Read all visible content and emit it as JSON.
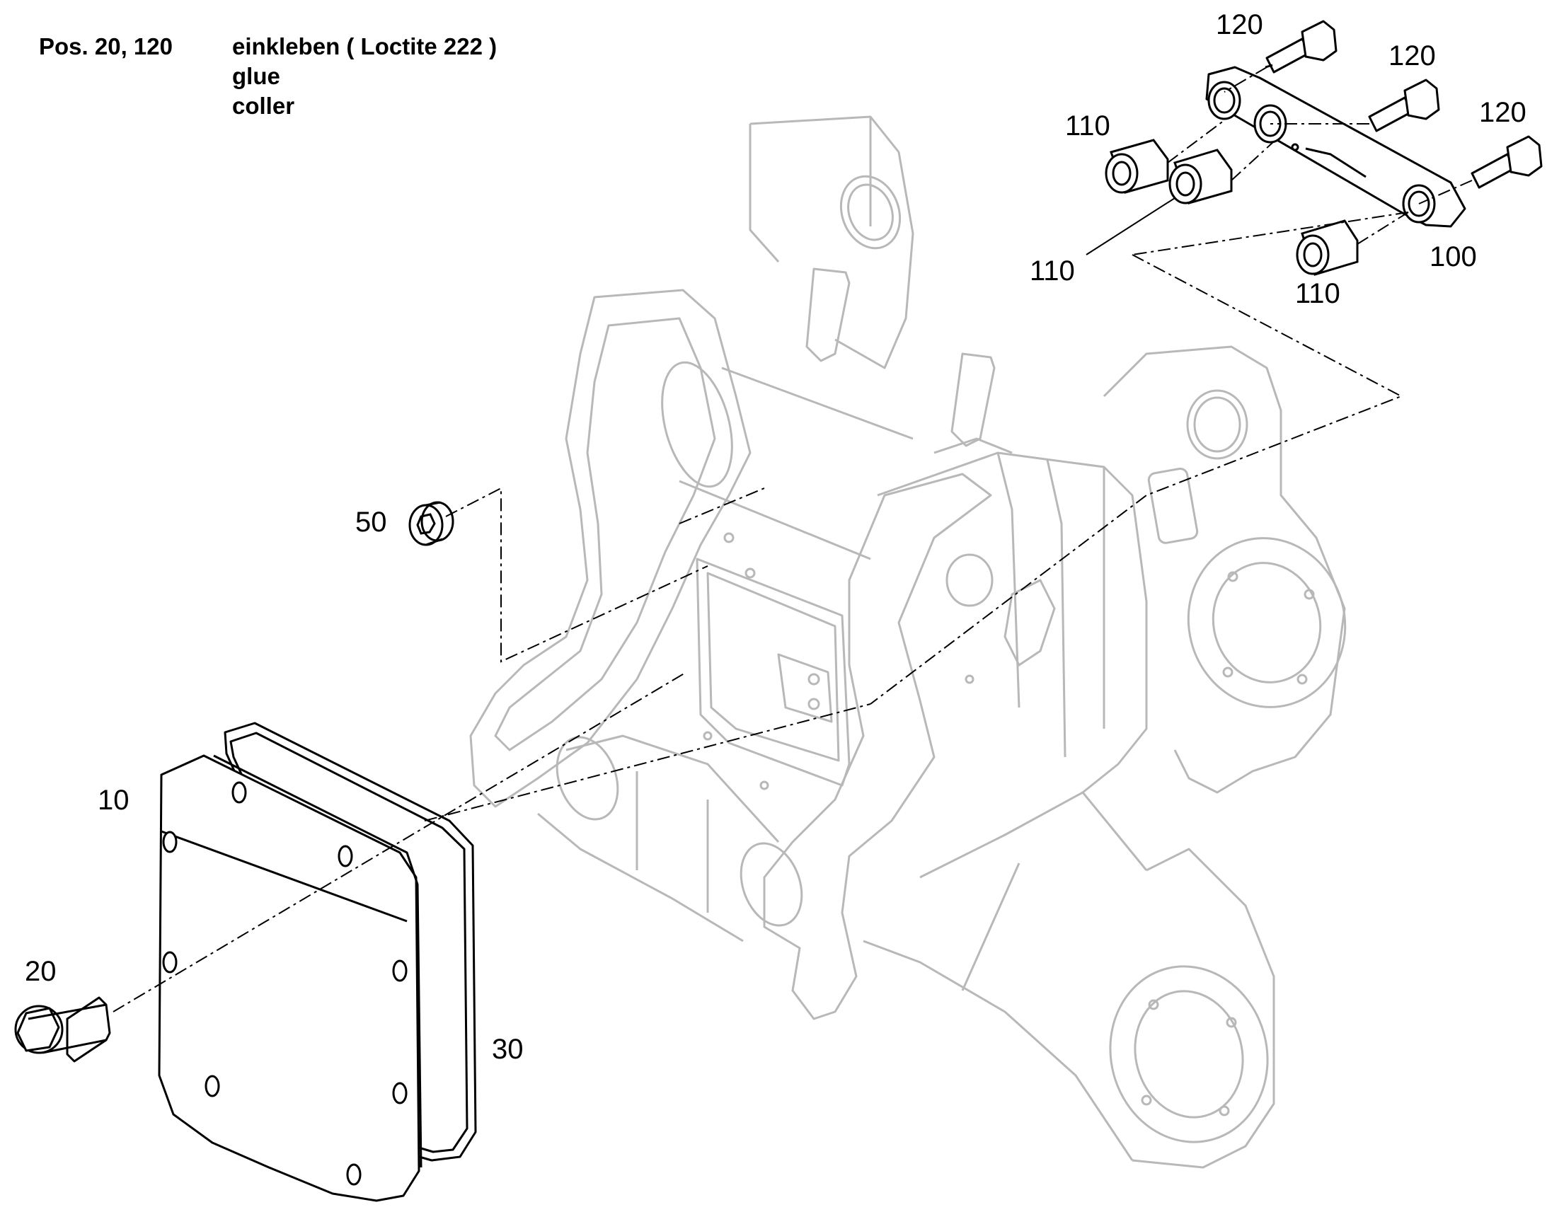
{
  "notes": {
    "positions": "Pos. 20, 120",
    "line1": "einkleben ( Loctite 222 )",
    "line2": "glue",
    "line3": "coller"
  },
  "callouts": {
    "c10": "10",
    "c20": "20",
    "c30": "30",
    "c50": "50",
    "c100": "100",
    "c110a": "110",
    "c110b": "110",
    "c110c": "110",
    "c120a": "120",
    "c120b": "120",
    "c120c": "120"
  },
  "colors": {
    "ink": "#000000",
    "housing_line": "#b8b8b8",
    "background": "#ffffff"
  }
}
